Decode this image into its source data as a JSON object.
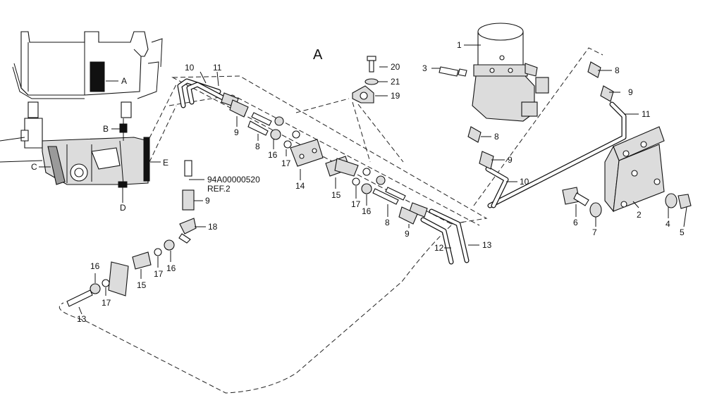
{
  "section_label": "A",
  "ref_part_number": "94A00000520",
  "ref_note": "REF.2",
  "machine_labels": [
    "A",
    "B",
    "C",
    "D",
    "E"
  ],
  "callouts": {
    "c1": "1",
    "c2": "2",
    "c3": "3",
    "c4": "4",
    "c5": "5",
    "c6": "6",
    "c7": "7",
    "c8a": "8",
    "c8b": "8",
    "c8c": "8",
    "c8d": "8",
    "c9a": "9",
    "c9b": "9",
    "c9c": "9",
    "c9d": "9",
    "c9e": "9",
    "c10a": "10",
    "c10b": "10",
    "c11a": "11",
    "c11b": "11",
    "c12": "12",
    "c13a": "13",
    "c13b": "13",
    "c14": "14",
    "c15a": "15",
    "c15b": "15",
    "c16a": "16",
    "c16b": "16",
    "c16c": "16",
    "c16d": "16",
    "c17a": "17",
    "c17b": "17",
    "c17c": "17",
    "c17d": "17",
    "c18": "18",
    "c19": "19",
    "c20": "20",
    "c21": "21"
  }
}
